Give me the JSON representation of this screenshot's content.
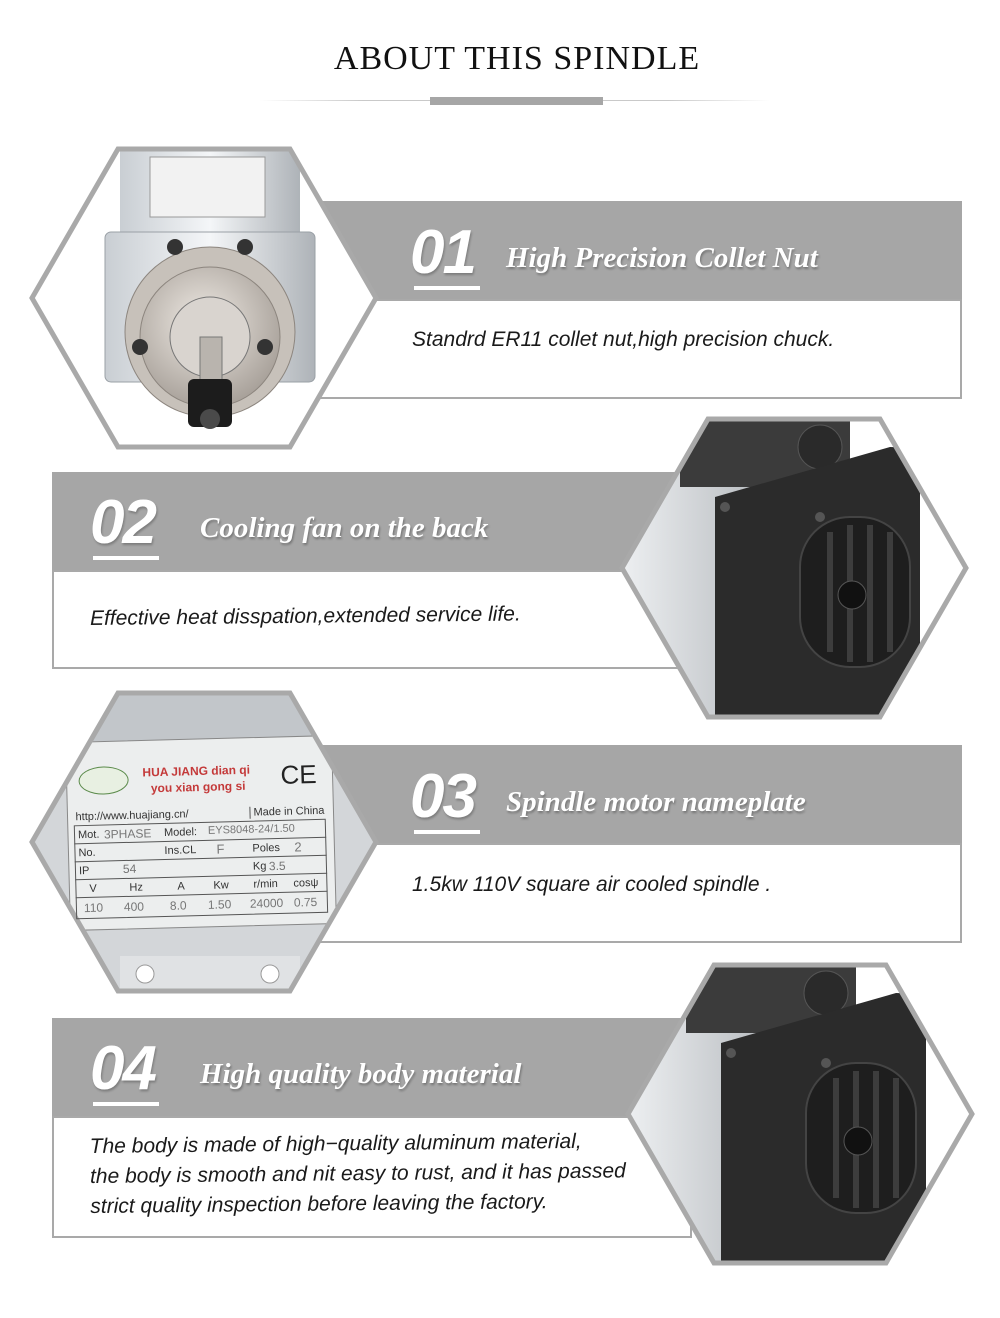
{
  "page": {
    "title": "ABOUT THIS SPINDLE"
  },
  "features": [
    {
      "number": "01",
      "heading": "High Precision Collet Nut",
      "lines": [
        "Standrd ER11 collet nut,high precision chuck."
      ]
    },
    {
      "number": "02",
      "heading": "Cooling fan on the back",
      "lines": [
        "Effective heat disspation,extended service life."
      ]
    },
    {
      "number": "03",
      "heading": "Spindle motor nameplate",
      "lines": [
        "1.5kw 110V square air cooled spindle ."
      ]
    },
    {
      "number": "04",
      "heading": "High quality body material",
      "lines": [
        "The body is made of high−quality aluminum material,",
        "the body is smooth and nit easy to rust, and it has passed",
        "strict quality inspection before leaving the factory."
      ]
    }
  ],
  "nameplate": {
    "brand_line1": "HUA JIANG dian qi",
    "brand_line2": "you xian gong si",
    "ce": "CE",
    "url": "http://www.huajiang.cn/",
    "made_in": "Made in China",
    "mot_label": "Mot.",
    "mot_value": "3PHASE",
    "model_label": "Model:",
    "model_value": "EYS8048-24/1.50",
    "no_label": "No.",
    "ins_label": "Ins.CL",
    "ins_value": "F",
    "poles_label": "Poles",
    "poles_value": "2",
    "ip_label": "IP",
    "ip_value": "54",
    "kg_label": "Kg",
    "kg_value": "3.5",
    "headers": [
      "V",
      "Hz",
      "A",
      "Kw",
      "r/min",
      "cosψ"
    ],
    "values": [
      "110",
      "400",
      "8.0",
      "1.50",
      "24000",
      "0.75"
    ]
  },
  "colors": {
    "band": "#a6a6a6",
    "hex_border": "#a9a9a9",
    "text": "#1a1a1a"
  }
}
